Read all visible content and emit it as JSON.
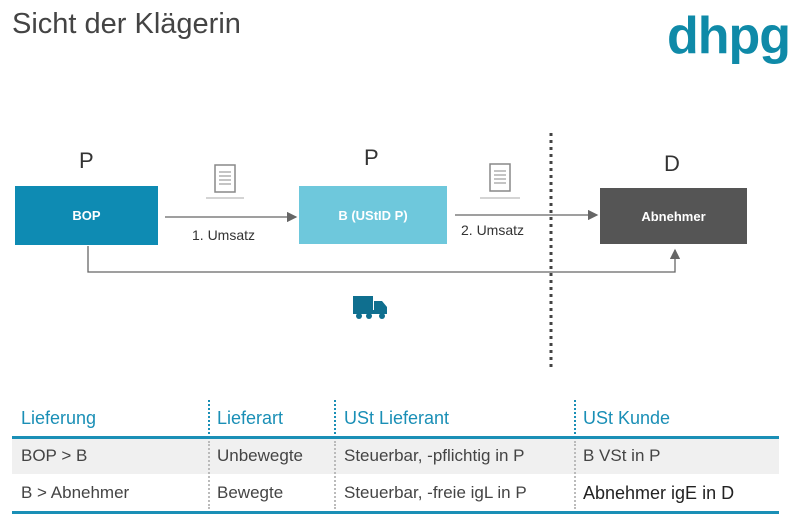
{
  "title": "Sicht der Klägerin",
  "logo": "dhpg",
  "diagram": {
    "country_left": "P",
    "country_middle": "P",
    "country_right": "D",
    "box_bop": "BOP",
    "box_b": "B (UStID P)",
    "box_abnehmer": "Abnehmer",
    "edge1_label": "1. Umsatz",
    "edge2_label": "2. Umsatz",
    "colors": {
      "bop": "#0e8bb3",
      "b": "#6ec8dc",
      "abnehmer": "#555555",
      "truck": "#0f6f8f"
    }
  },
  "table": {
    "headers": [
      "Lieferung",
      "Lieferart",
      "USt Lieferant",
      "USt Kunde"
    ],
    "rows": [
      [
        "BOP > B",
        "Unbewegte",
        "Steuerbar, -pflichtig in P",
        "B VSt in P"
      ],
      [
        "B > Abnehmer",
        "Bewegte",
        "Steuerbar, -freie igL in P",
        "Abnehmer igE in D"
      ]
    ]
  }
}
